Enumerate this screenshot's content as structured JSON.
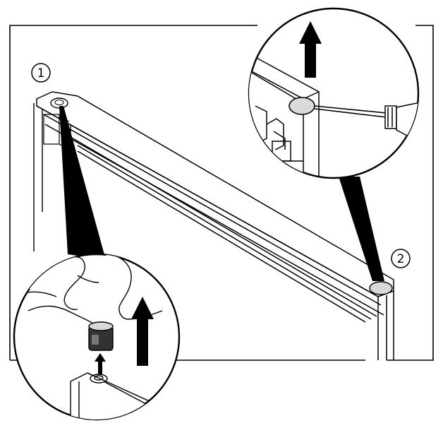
{
  "diagram": {
    "title": "",
    "callouts": [
      {
        "number": "1",
        "target": "left-hinge-cap"
      },
      {
        "number": "2",
        "target": "right-hinge-cap"
      }
    ]
  },
  "colors": {
    "line": "#000000",
    "fill": "#ffffff",
    "shade": "#d9d9d9",
    "arrow": "#000000"
  }
}
